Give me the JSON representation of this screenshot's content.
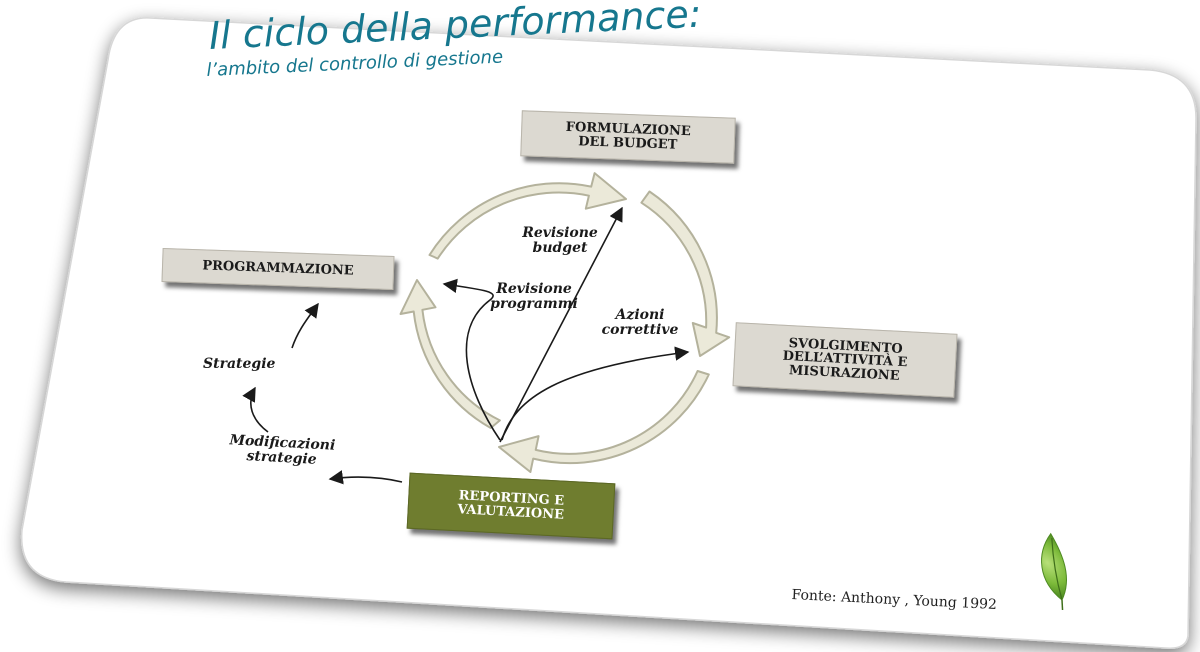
{
  "slide": {
    "title": "Il ciclo della performance:",
    "subtitle": "l’ambito del controllo di gestione",
    "source": "Fonte: Anthony , Young 1992"
  },
  "boxes": {
    "budget": "FORMULAZIONE DEL BUDGET",
    "programmazione": "PROGRAMMAZIONE",
    "svolgimento": "SVOLGIMENTO DELL’ATTIVITÀ E MISURAZIONE",
    "reporting": "REPORTING E VALUTAZIONE"
  },
  "inner_labels": {
    "revisione_budget": "Revisione budget",
    "revisione_programmi": "Revisione programmi",
    "azioni_correttive": "Azioni correttive"
  },
  "outer_labels": {
    "strategie": "Strategie",
    "modificazioni_strategie": "Modificazioni strategie"
  },
  "colors": {
    "title": "#16778e",
    "cycle_arrow_fill": "#ebe9d9",
    "cycle_arrow_stroke": "#b4b29c",
    "gray_box": "#dcd9d1",
    "green_box": "#6f7d2f",
    "leaf": "#7cba3a"
  },
  "icons": {
    "decoration": "leaf-icon"
  }
}
